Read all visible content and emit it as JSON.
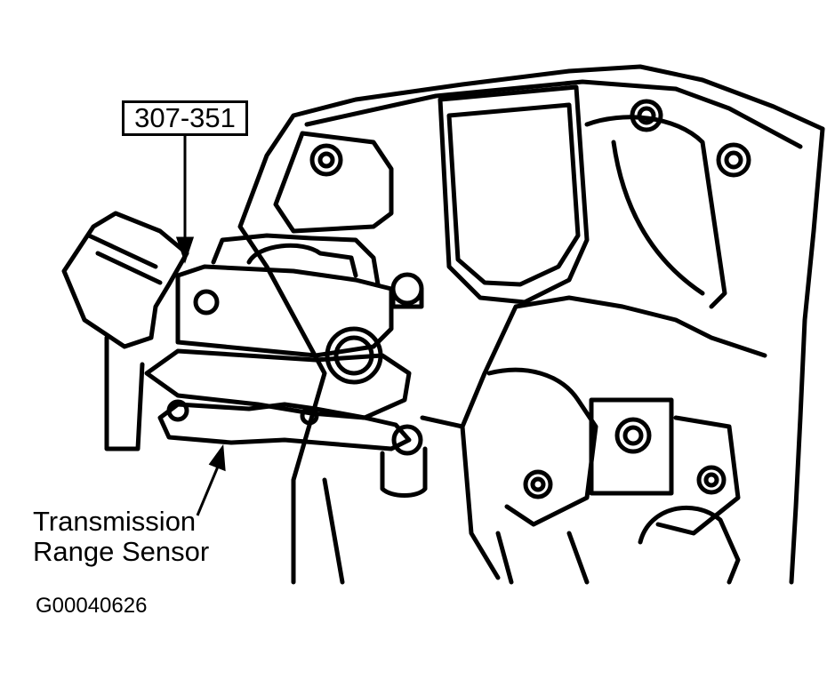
{
  "callouts": {
    "tool_number": "307-351",
    "sensor_line1": "Transmission",
    "sensor_line2": "Range Sensor"
  },
  "figure_id": "G00040626",
  "colors": {
    "ink": "#000000",
    "paper": "#ffffff"
  }
}
